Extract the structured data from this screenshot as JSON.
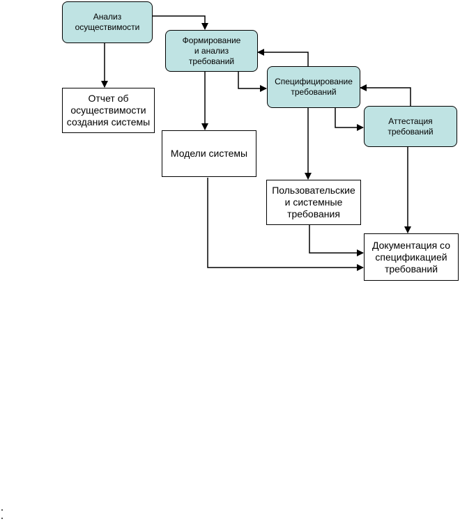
{
  "diagram": {
    "colors": {
      "process_fill": "#bfe3e3",
      "artifact_fill": "#ffffff",
      "stroke": "#000000"
    },
    "process_nodes": {
      "feasibility": "Анализ\nосуществимости",
      "elicitation": "Формирование\nи анализ\nтребований",
      "specification": "Специфицирование\nтребований",
      "validation": "Аттестация\nтребований"
    },
    "artifact_nodes": {
      "feasibility_report": "Отчет об\nосуществимости\nсоздания системы",
      "system_models": "Модели системы",
      "user_system_requirements": "Пользовательские\nи системные\nтребования",
      "requirements_document": "Документация со\nспецификацией\nтребований"
    }
  }
}
